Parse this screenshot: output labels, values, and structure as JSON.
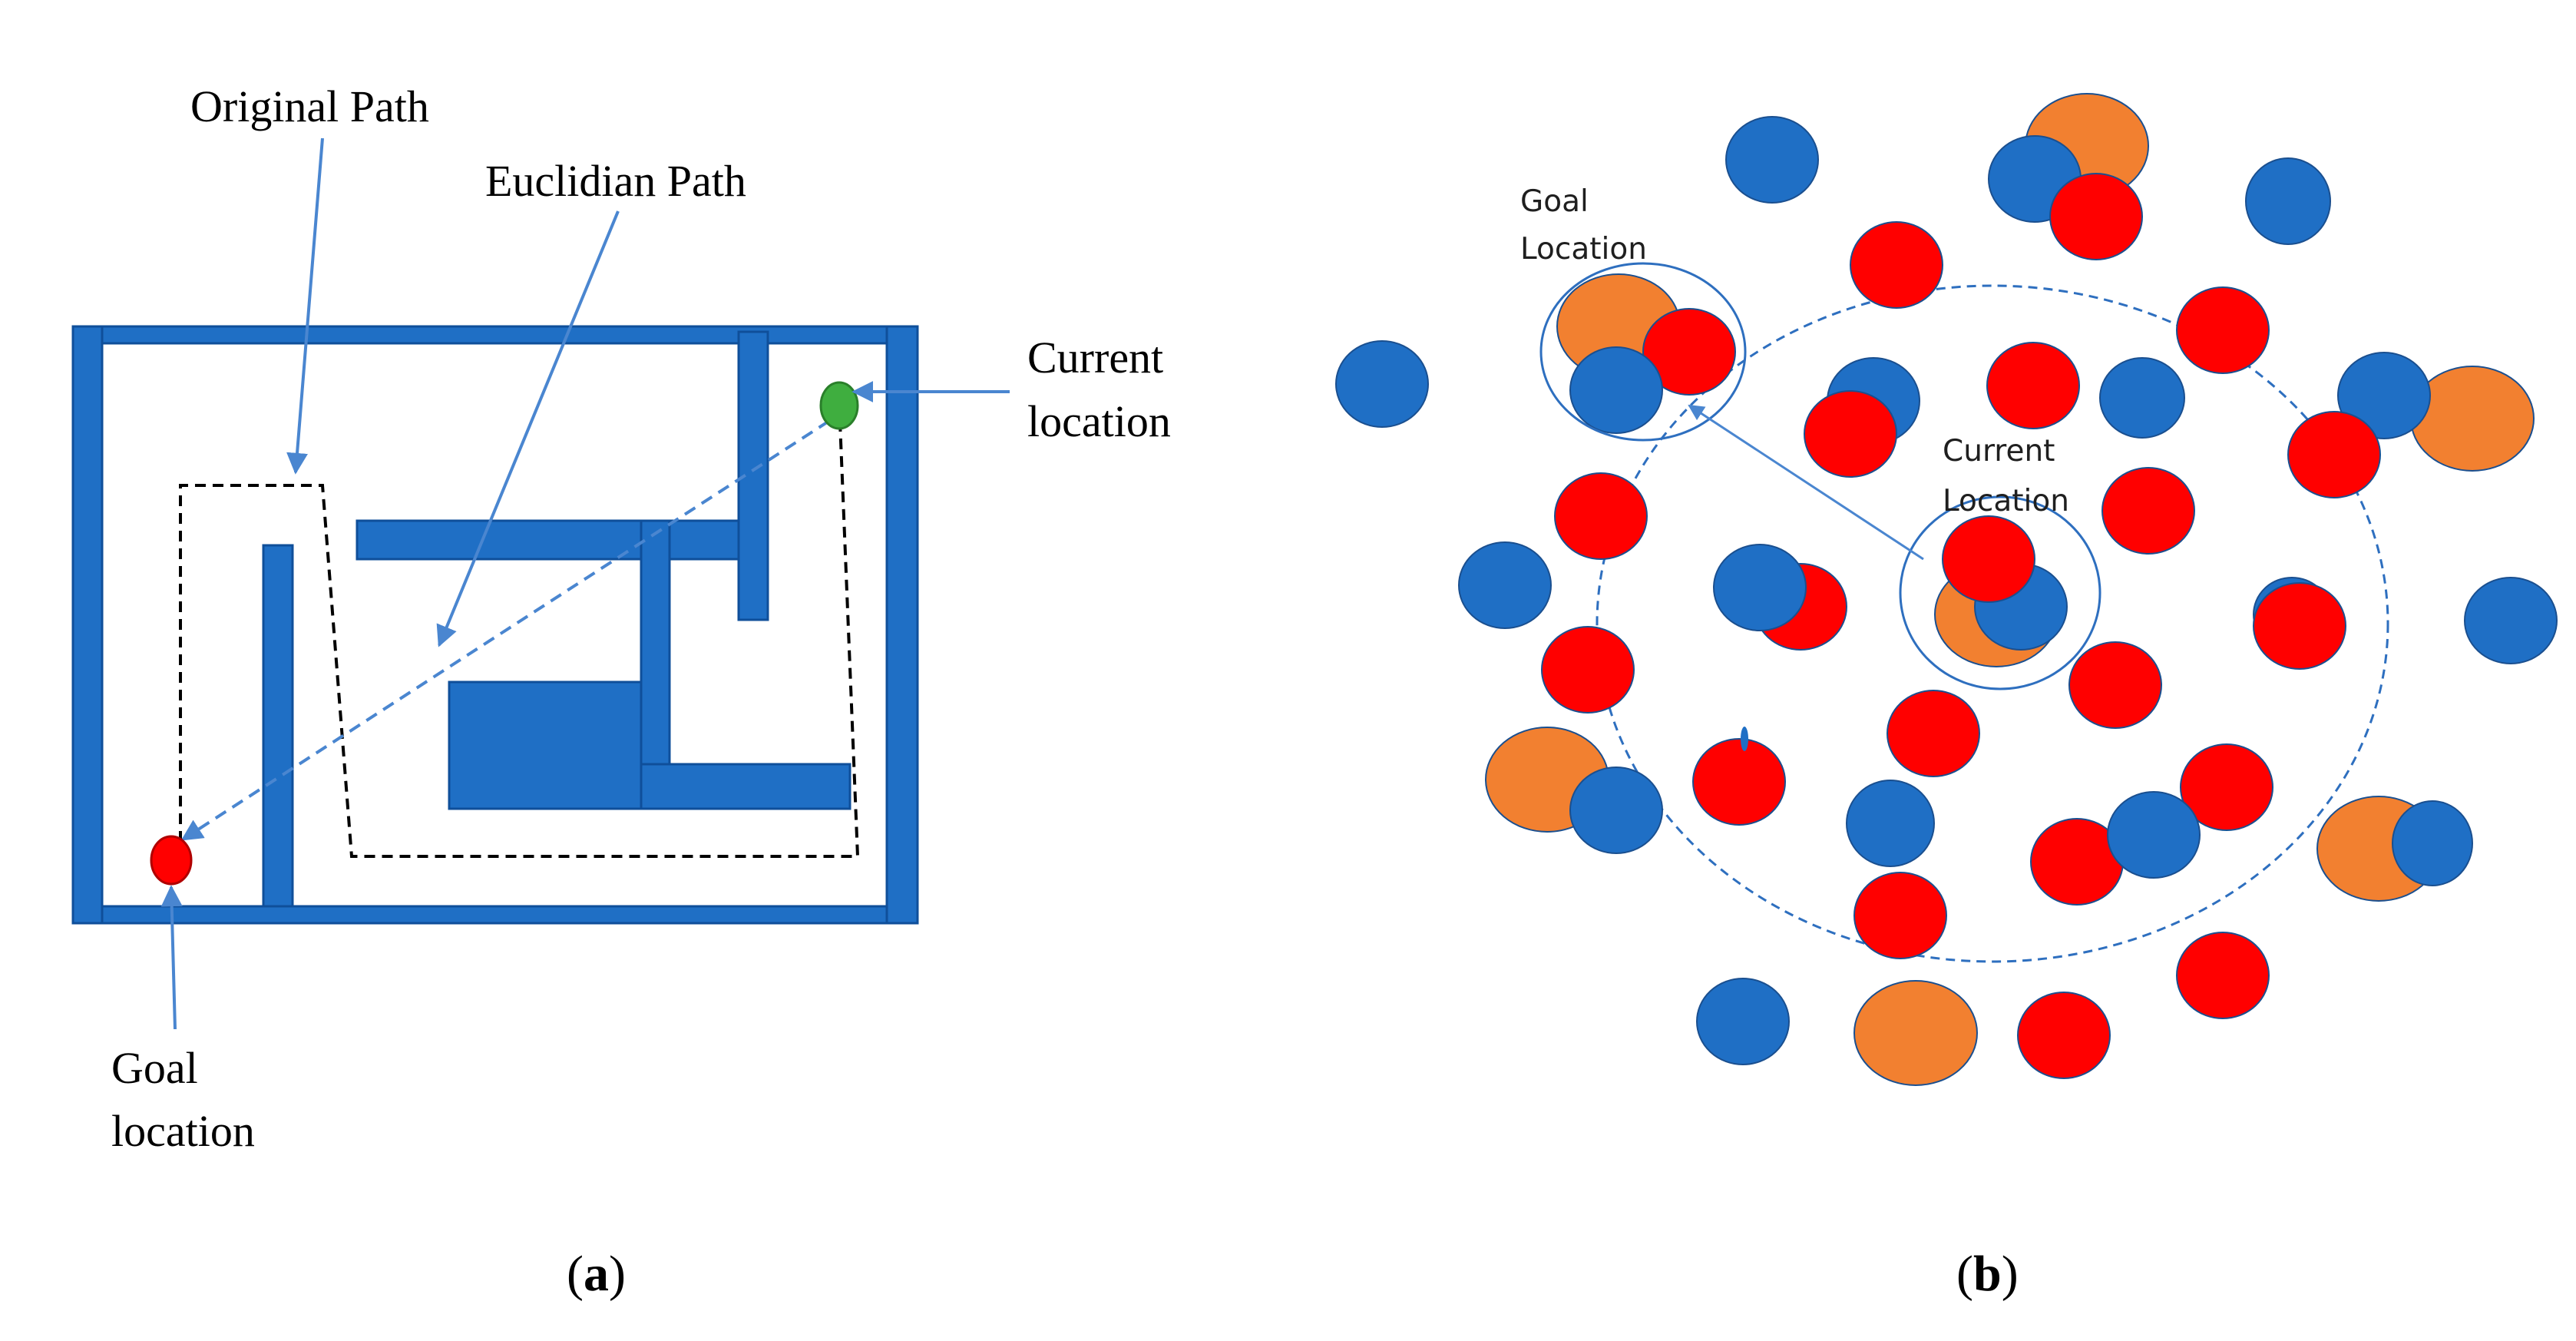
{
  "colors": {
    "wall": "#1F6FC5",
    "wall_edge": "#0F4F9A",
    "arrow": "#4A86D0",
    "path_dashed": "#000000",
    "current_dot": "#3FAE3F",
    "goal_dot": "#FF0000",
    "agent_blue": "#1F6FC5",
    "agent_red": "#FF0000",
    "agent_orange": "#F28030"
  },
  "panel_a": {
    "label_original_path": "Original Path",
    "label_euclidian_path": "Euclidian Path",
    "label_current_line1": "Current",
    "label_current_line2": "location",
    "label_goal_line1": "Goal",
    "label_goal_line2": "location"
  },
  "panel_b": {
    "label_goal_line1": "Goal",
    "label_goal_line2": "Location",
    "label_current_line1": "Current",
    "label_current_line2": "Location"
  },
  "captions": {
    "a_open": "(",
    "a_letter": "a",
    "a_close": ")",
    "b_open": "(",
    "b_letter": "b",
    "b_close": ")"
  }
}
